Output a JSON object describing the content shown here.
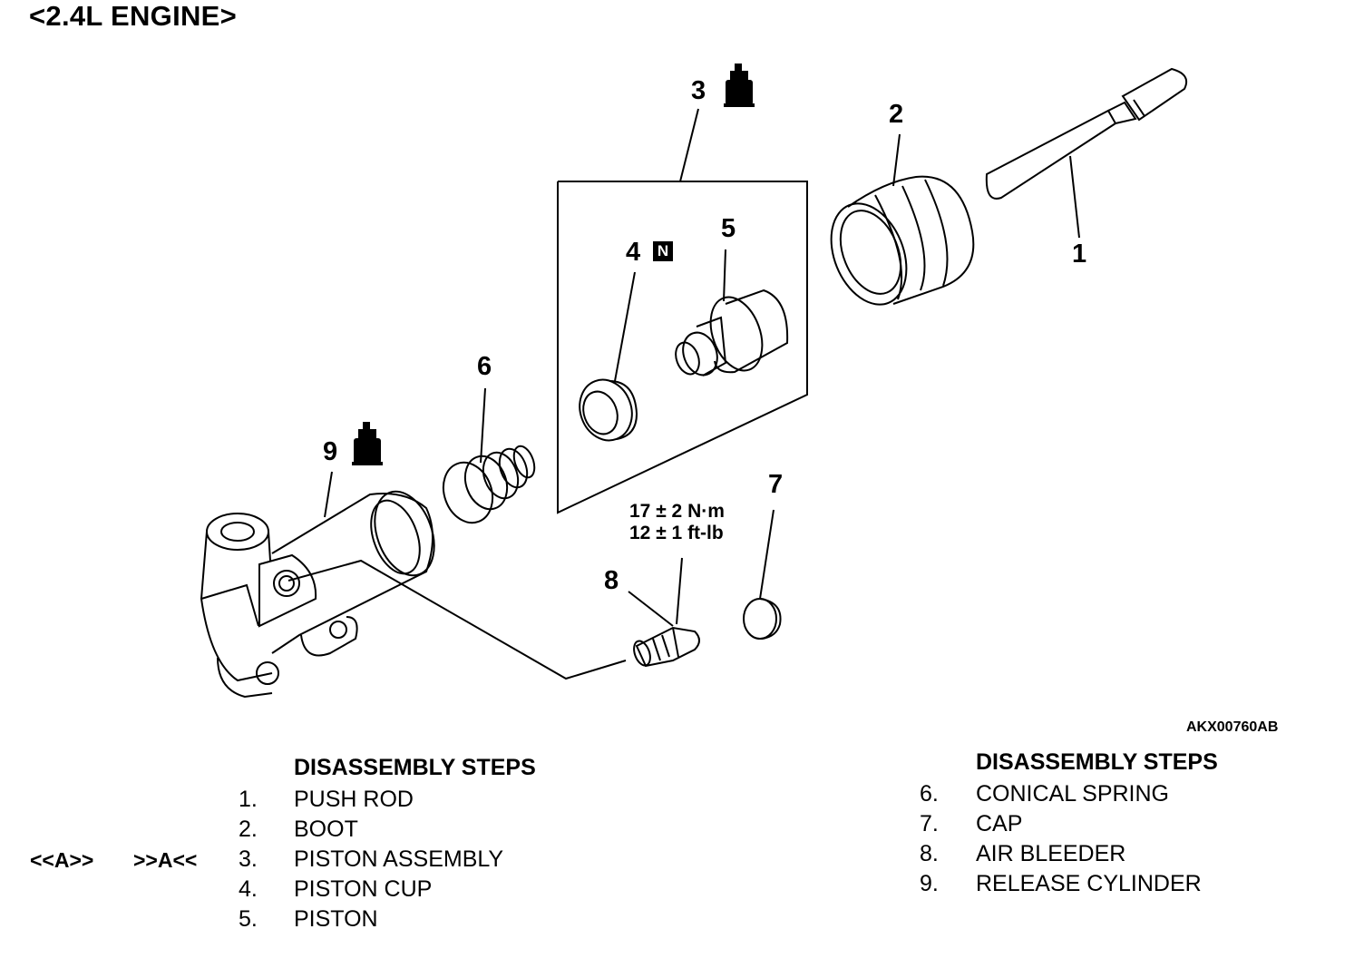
{
  "title": "<2.4L ENGINE>",
  "diagram_code": "AKX00760AB",
  "callouts": {
    "c1": "1",
    "c2": "2",
    "c3": "3",
    "c4": "4",
    "c5": "5",
    "c6": "6",
    "c7": "7",
    "c8": "8",
    "c9": "9"
  },
  "new_part_badge": "N",
  "torque_spec": {
    "metric": "17 ± 2 N·m",
    "imperial": "12 ± 1 ft-lb"
  },
  "icons": {
    "grease": "grease-tube-icon",
    "new_part": "new-part-badge-icon"
  },
  "steps_left": {
    "heading": "DISASSEMBLY STEPS",
    "items": [
      {
        "num": "1.",
        "label": "PUSH ROD"
      },
      {
        "num": "2.",
        "label": "BOOT"
      },
      {
        "num": "3.",
        "label": "PISTON ASSEMBLY"
      },
      {
        "num": "4.",
        "label": "PISTON CUP"
      },
      {
        "num": "5.",
        "label": "PISTON"
      }
    ],
    "refs": {
      "removal": "<<A>>",
      "installation": ">>A<<"
    }
  },
  "steps_right": {
    "heading": "DISASSEMBLY STEPS",
    "items": [
      {
        "num": "6.",
        "label": "CONICAL SPRING"
      },
      {
        "num": "7.",
        "label": "CAP"
      },
      {
        "num": "8.",
        "label": "AIR BLEEDER"
      },
      {
        "num": "9.",
        "label": "RELEASE CYLINDER"
      }
    ]
  }
}
